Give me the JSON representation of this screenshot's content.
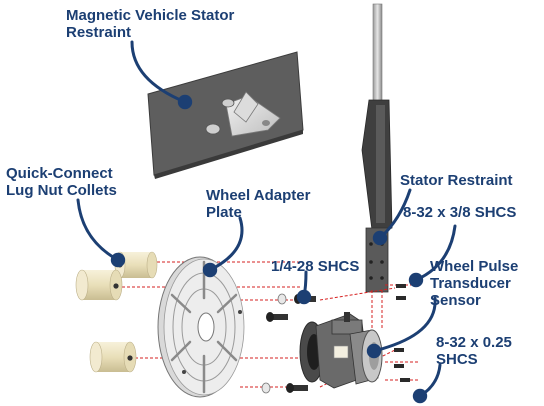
{
  "labels": {
    "magnetic_restraint": {
      "line1": "Magnetic Vehicle Stator",
      "line2": "Restraint"
    },
    "lug_nut_collets": {
      "line1": "Quick-Connect",
      "line2": "Lug Nut Collets"
    },
    "wheel_adapter_plate": {
      "line1": "Wheel Adapter",
      "line2": "Plate"
    },
    "stator_restraint": {
      "line1": "Stator Restraint"
    },
    "shcs_8_32_3_8": {
      "line1": "8-32 x 3/8 SHCS"
    },
    "shcs_1_4_28": {
      "line1": "1/4-28 SHCS"
    },
    "wheel_pulse_sensor": {
      "line1": "Wheel Pulse",
      "line2": "Transducer",
      "line3": "Sensor"
    },
    "shcs_8_32_0_25": {
      "line1": "8-32 x 0.25",
      "line2": "SHCS"
    }
  },
  "colors": {
    "label_text": "#1c3f73",
    "leader_line": "#1c3f73",
    "assembly_line": "#d62020",
    "plate_gray": "#5e5e5e",
    "part_beige": "#efe6c4"
  }
}
